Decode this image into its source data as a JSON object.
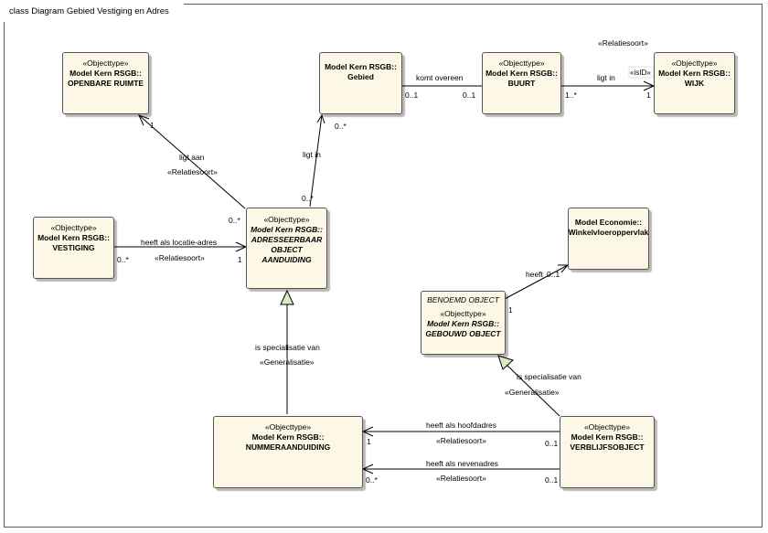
{
  "diagram": {
    "title": "class Diagram Gebied Vestiging en Adres"
  },
  "classes": {
    "openbare_ruimte": {
      "stereotype": "«Objecttype»",
      "package": "Model Kern RSGB::",
      "name": "OPENBARE RUIMTE"
    },
    "gebied": {
      "package": "Model Kern RSGB::",
      "name": "Gebied"
    },
    "buurt": {
      "stereotype": "«Objecttype»",
      "package": "Model Kern RSGB::",
      "name": "BUURT"
    },
    "wijk": {
      "stereotype": "«Objecttype»",
      "package": "Model Kern RSGB::",
      "name": "WIJK"
    },
    "vestiging": {
      "stereotype": "«Objecttype»",
      "package": "Model Kern RSGB::",
      "name": "VESTIGING"
    },
    "adresseerbaar": {
      "stereotype": "«Objecttype»",
      "package": "Model Kern RSGB::",
      "name_lines": [
        "ADRESSEERBAAR",
        "OBJECT",
        "AANDUIDING"
      ]
    },
    "winkelvloer": {
      "package": "Model Economie::",
      "name": "Winkelvloeroppervlak"
    },
    "gebouwd_object": {
      "tag": "BENOEMD OBJECT",
      "stereotype": "«Objecttype»",
      "package": "Model Kern RSGB::",
      "name": "GEBOUWD OBJECT"
    },
    "nummeraanduiding": {
      "stereotype": "«Objecttype»",
      "package": "Model Kern RSGB::",
      "name": "NUMMERAANDUIDING"
    },
    "verblijfsobject": {
      "stereotype": "«Objecttype»",
      "package": "Model Kern RSGB::",
      "name": "VERBLIJFSOBJECT"
    }
  },
  "relations": {
    "ligt_aan": {
      "label": "ligt aan",
      "stereotype": "«Relatiesoort»",
      "mult_target": "1",
      "mult_source": "0..*"
    },
    "ligt_in_gebied": {
      "label": "ligt in",
      "mult_target": "0..*",
      "mult_source": "0..*"
    },
    "komt_overeen": {
      "label": "komt overeen",
      "mult_source": "0..1",
      "mult_target": "0..1"
    },
    "ligt_in_wijk": {
      "stereotype": "«Relatiesoort»",
      "label": "ligt in",
      "qualifier": "«isID»",
      "mult_source": "1..*",
      "mult_target": "1"
    },
    "heeft_als_locatie": {
      "label": "heeft als locatie-adres",
      "stereotype": "«Relatiesoort»",
      "mult_source": "0..*",
      "mult_target": "1"
    },
    "specialisatie_1": {
      "label": "is specialisatie van",
      "stereotype": "«Generalisatie»"
    },
    "heeft_winkel": {
      "label": "heeft",
      "mult_target": "0..1",
      "mult_source": "1"
    },
    "specialisatie_2": {
      "label": "is specialisatie van",
      "stereotype": "«Generalisatie»"
    },
    "hoofdadres": {
      "label": "heeft als hoofdadres",
      "stereotype": "«Relatiesoort»",
      "mult_target": "1",
      "mult_source": "0..1"
    },
    "nevenadres": {
      "label": "heeft als nevenadres",
      "stereotype": "«Relatiesoort»",
      "mult_target": "0..*",
      "mult_source": "0..1"
    }
  },
  "colors": {
    "class_fill": "#fdf8e6",
    "generalization_fill": "#d9e8c8",
    "line": "#000000"
  }
}
